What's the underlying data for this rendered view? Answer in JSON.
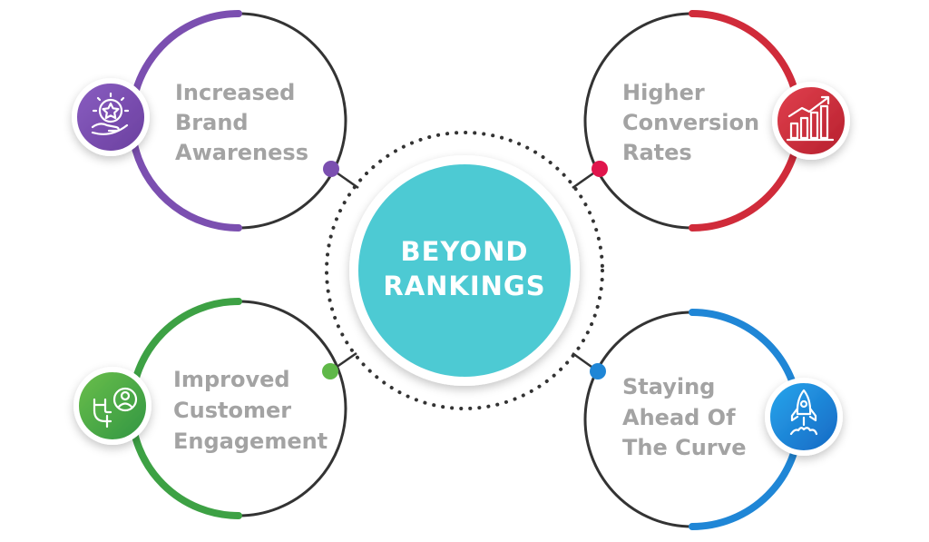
{
  "center": {
    "line1": "BEYOND",
    "line2": "RANKINGS",
    "color": "#4ecad3"
  },
  "items": [
    {
      "line1": "Increased",
      "line2": "Brand",
      "line3": "Awareness",
      "icon": "star-hand-icon",
      "color": "#7b4fb0"
    },
    {
      "line1": "Higher",
      "line2": "Conversion",
      "line3": "Rates",
      "icon": "bar-chart-growth-icon",
      "color": "#d02b3a"
    },
    {
      "line1": "Improved",
      "line2": "Customer",
      "line3": "Engagement",
      "icon": "magnet-person-icon",
      "color": "#3da144"
    },
    {
      "line1": "Staying",
      "line2": "Ahead Of",
      "line3": "The Curve",
      "icon": "rocket-icon",
      "color": "#1f86d6"
    }
  ]
}
